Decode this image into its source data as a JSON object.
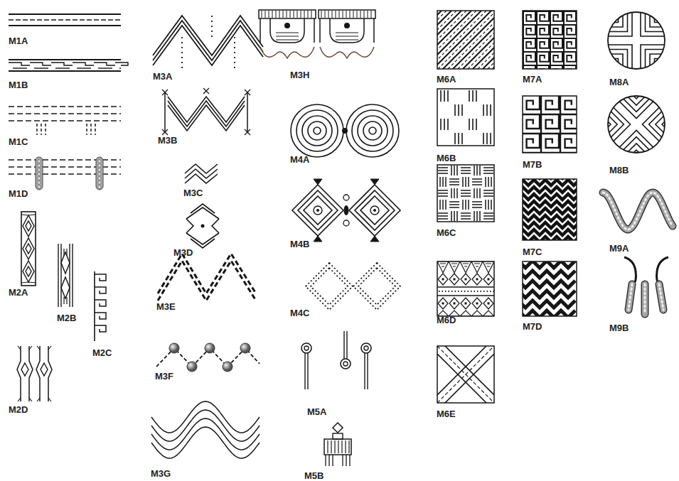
{
  "diagram": {
    "labels": [
      "M1A",
      "M1B",
      "M1C",
      "M1D",
      "M2A",
      "M2B",
      "M2C",
      "M2D",
      "M3A",
      "M3B",
      "M3C",
      "M3D",
      "M3E",
      "M3F",
      "M3G",
      "M3H",
      "M4A",
      "M4B",
      "M4C",
      "M5A",
      "M5B",
      "M6A",
      "M6B",
      "M6C",
      "M6D",
      "M6E",
      "M7A",
      "M7B",
      "M7C",
      "M7D",
      "M8A",
      "M8B",
      "M9A",
      "M9B"
    ]
  }
}
